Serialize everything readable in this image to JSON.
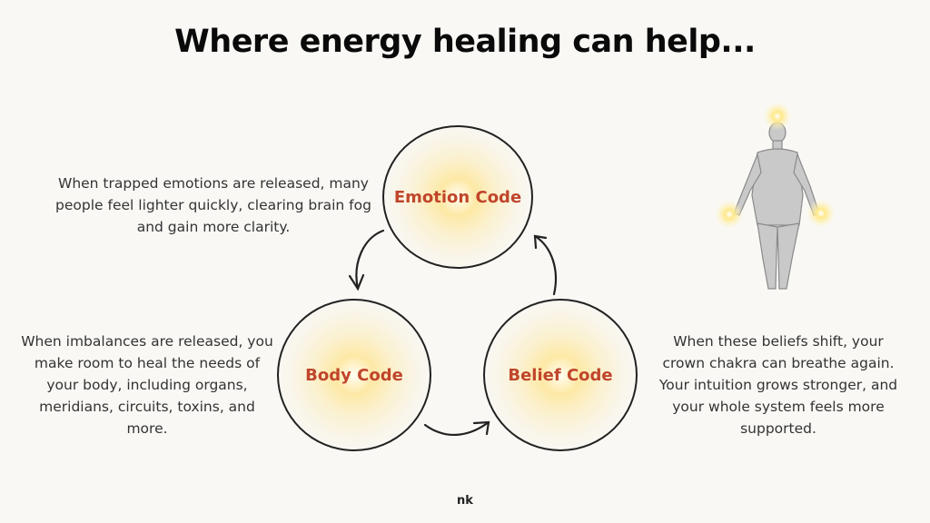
{
  "title": "Where energy healing can help...",
  "nodes": [
    {
      "label": "Emotion Code",
      "description": "When trapped emotions are released, many people feel lighter quickly, clearing brain fog and gain more clarity."
    },
    {
      "label": "Body Code",
      "description": "When imbalances are released, you make room to heal the needs of your body, including organs, meridians, circuits, toxins, and more."
    },
    {
      "label": "Belief Code",
      "description": "When these beliefs shift, your crown chakra can breathe again. Your intuition grows stronger, and your whole system feels more supported."
    }
  ],
  "edges": [
    {
      "from": "Emotion Code",
      "to": "Body Code"
    },
    {
      "from": "Body Code",
      "to": "Belief Code"
    },
    {
      "from": "Belief Code",
      "to": "Emotion Code"
    }
  ],
  "colors": {
    "label": "#c0452b",
    "glow": "#fde9a6",
    "background": "#f9f8f5"
  },
  "footer": "nk"
}
